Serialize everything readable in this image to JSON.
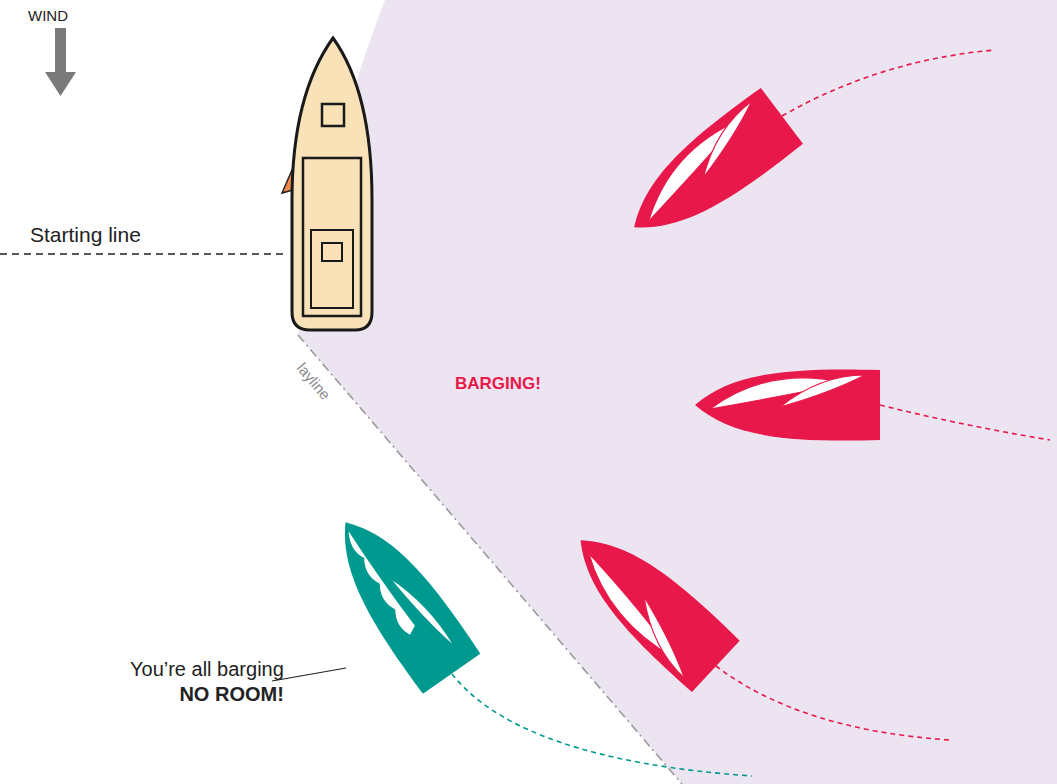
{
  "diagram": {
    "labels": [
      "WIND",
      "Starting line",
      "layline",
      "BARGING!",
      "You’re all barging",
      "NO ROOM!"
    ]
  }
}
